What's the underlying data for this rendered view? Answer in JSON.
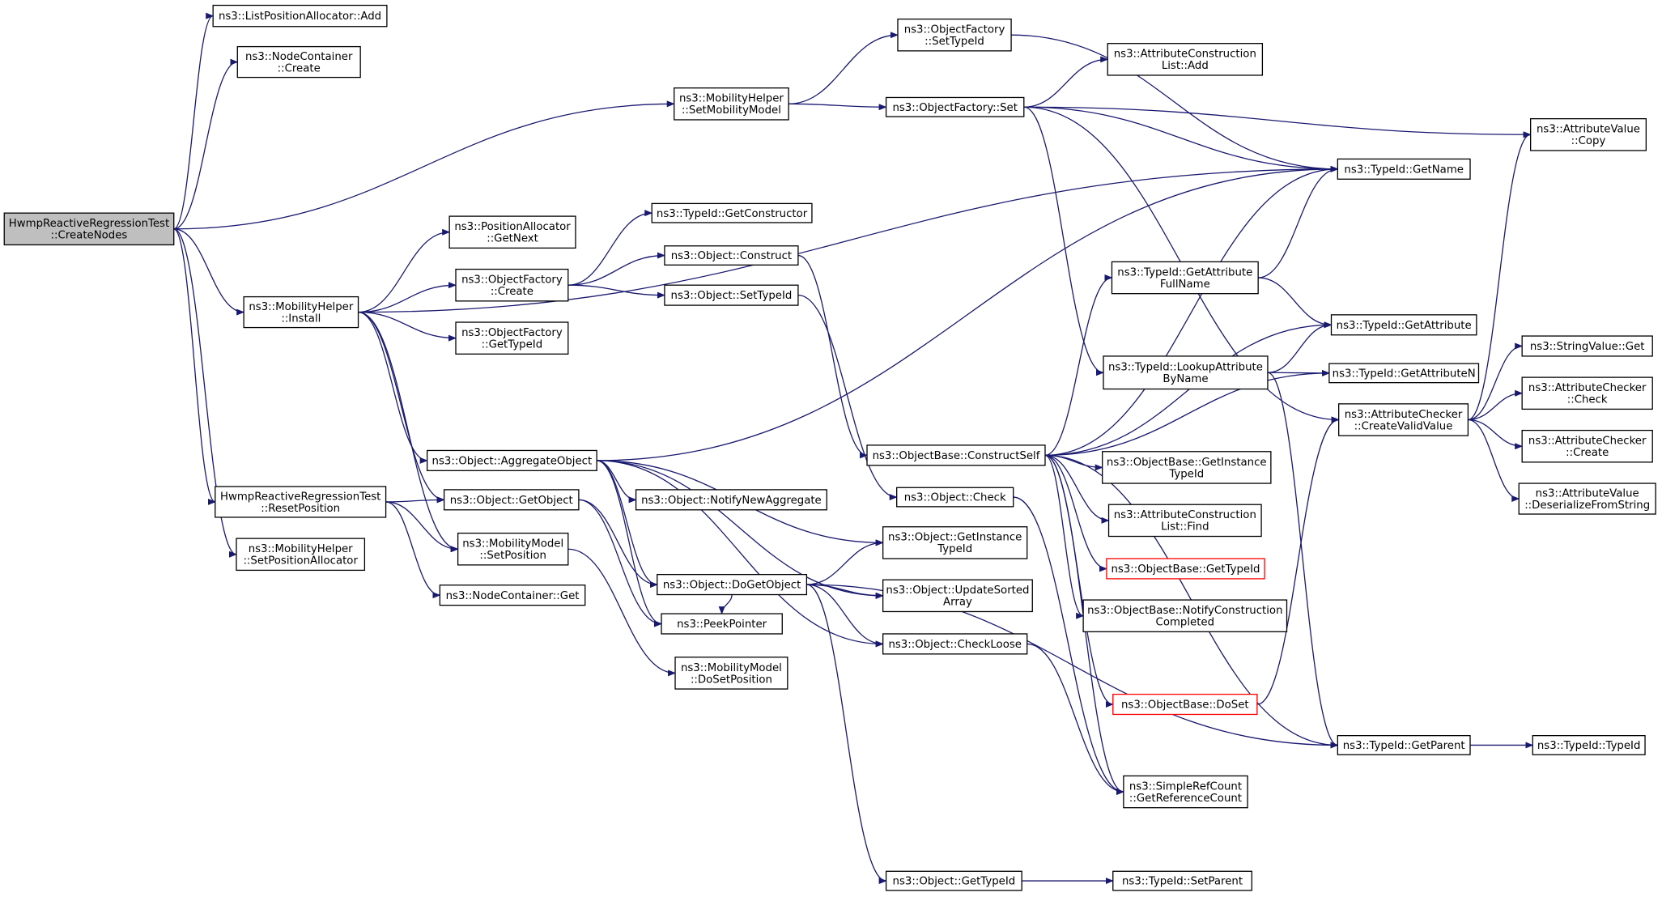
{
  "colors": {
    "edge": "#191970",
    "node_border": "#000000",
    "node_border_truncated": "#ff0000",
    "root_fill": "#bfbfbf",
    "node_fill": "#ffffff"
  },
  "nodes": [
    {
      "id": "root",
      "lines": [
        "HwmpReactiveRegressionTest",
        "::CreateNodes"
      ],
      "style": "root"
    },
    {
      "id": "lpa_add",
      "lines": [
        "ns3::ListPositionAllocator::Add"
      ]
    },
    {
      "id": "nc_create",
      "lines": [
        "ns3::NodeContainer",
        "::Create"
      ]
    },
    {
      "id": "mh_setmob",
      "lines": [
        "ns3::MobilityHelper",
        "::SetMobilityModel"
      ]
    },
    {
      "id": "of_settypeid",
      "lines": [
        "ns3::ObjectFactory",
        "::SetTypeId"
      ]
    },
    {
      "id": "acl_add",
      "lines": [
        "ns3::AttributeConstruction",
        "List::Add"
      ]
    },
    {
      "id": "of_set",
      "lines": [
        "ns3::ObjectFactory::Set"
      ]
    },
    {
      "id": "av_copy",
      "lines": [
        "ns3::AttributeValue",
        "::Copy"
      ]
    },
    {
      "id": "tid_getname",
      "lines": [
        "ns3::TypeId::GetName"
      ]
    },
    {
      "id": "pa_getnext",
      "lines": [
        "ns3::PositionAllocator",
        "::GetNext"
      ]
    },
    {
      "id": "tid_getctor",
      "lines": [
        "ns3::TypeId::GetConstructor"
      ]
    },
    {
      "id": "obj_construct",
      "lines": [
        "ns3::Object::Construct"
      ]
    },
    {
      "id": "of_create",
      "lines": [
        "ns3::ObjectFactory",
        "::Create"
      ]
    },
    {
      "id": "obj_settypeid",
      "lines": [
        "ns3::Object::SetTypeId"
      ]
    },
    {
      "id": "mh_install",
      "lines": [
        "ns3::MobilityHelper",
        "::Install"
      ]
    },
    {
      "id": "of_gettypeid",
      "lines": [
        "ns3::ObjectFactory",
        "::GetTypeId"
      ]
    },
    {
      "id": "tid_getattrfull",
      "lines": [
        "ns3::TypeId::GetAttribute",
        "FullName"
      ]
    },
    {
      "id": "tid_getattr",
      "lines": [
        "ns3::TypeId::GetAttribute"
      ]
    },
    {
      "id": "sv_get",
      "lines": [
        "ns3::StringValue::Get"
      ]
    },
    {
      "id": "tid_lookup",
      "lines": [
        "ns3::TypeId::LookupAttribute",
        "ByName"
      ]
    },
    {
      "id": "tid_getattrn",
      "lines": [
        "ns3::TypeId::GetAttributeN"
      ]
    },
    {
      "id": "ac_check",
      "lines": [
        "ns3::AttributeChecker",
        "::Check"
      ]
    },
    {
      "id": "ac_cvv",
      "lines": [
        "ns3::AttributeChecker",
        "::CreateValidValue"
      ]
    },
    {
      "id": "ac_create",
      "lines": [
        "ns3::AttributeChecker",
        "::Create"
      ]
    },
    {
      "id": "obj_aggregate",
      "lines": [
        "ns3::Object::AggregateObject"
      ]
    },
    {
      "id": "ob_constructself",
      "lines": [
        "ns3::ObjectBase::ConstructSelf"
      ]
    },
    {
      "id": "ob_getinst",
      "lines": [
        "ns3::ObjectBase::GetInstance",
        "TypeId"
      ]
    },
    {
      "id": "av_deser",
      "lines": [
        "ns3::AttributeValue",
        "::DeserializeFromString"
      ]
    },
    {
      "id": "hrrt_reset",
      "lines": [
        "HwmpReactiveRegressionTest",
        "::ResetPosition"
      ]
    },
    {
      "id": "obj_getobject",
      "lines": [
        "ns3::Object::GetObject"
      ]
    },
    {
      "id": "obj_notifyagg",
      "lines": [
        "ns3::Object::NotifyNewAggregate"
      ]
    },
    {
      "id": "obj_check",
      "lines": [
        "ns3::Object::Check"
      ]
    },
    {
      "id": "acl_find",
      "lines": [
        "ns3::AttributeConstruction",
        "List::Find"
      ]
    },
    {
      "id": "mh_setpa",
      "lines": [
        "ns3::MobilityHelper",
        "::SetPositionAllocator"
      ]
    },
    {
      "id": "mm_setpos",
      "lines": [
        "ns3::MobilityModel",
        "::SetPosition"
      ]
    },
    {
      "id": "obj_getinst",
      "lines": [
        "ns3::Object::GetInstance",
        "TypeId"
      ]
    },
    {
      "id": "ob_gettypeid",
      "lines": [
        "ns3::ObjectBase::GetTypeId"
      ],
      "style": "red"
    },
    {
      "id": "nc_get",
      "lines": [
        "ns3::NodeContainer::Get"
      ]
    },
    {
      "id": "obj_dogetobject",
      "lines": [
        "ns3::Object::DoGetObject"
      ]
    },
    {
      "id": "obj_updsorted",
      "lines": [
        "ns3::Object::UpdateSorted",
        "Array"
      ]
    },
    {
      "id": "ob_notifycc",
      "lines": [
        "ns3::ObjectBase::NotifyConstruction",
        "Completed"
      ]
    },
    {
      "id": "peekpointer",
      "lines": [
        "ns3::PeekPointer"
      ]
    },
    {
      "id": "obj_checkloose",
      "lines": [
        "ns3::Object::CheckLoose"
      ]
    },
    {
      "id": "mm_dosetpos",
      "lines": [
        "ns3::MobilityModel",
        "::DoSetPosition"
      ]
    },
    {
      "id": "ob_doset",
      "lines": [
        "ns3::ObjectBase::DoSet"
      ],
      "style": "red"
    },
    {
      "id": "tid_getparent",
      "lines": [
        "ns3::TypeId::GetParent"
      ]
    },
    {
      "id": "tid_typeid",
      "lines": [
        "ns3::TypeId::TypeId"
      ]
    },
    {
      "id": "src_getrefcount",
      "lines": [
        "ns3::SimpleRefCount",
        "::GetReferenceCount"
      ]
    },
    {
      "id": "obj_gettypeid",
      "lines": [
        "ns3::Object::GetTypeId"
      ]
    },
    {
      "id": "tid_setparent",
      "lines": [
        "ns3::TypeId::SetParent"
      ]
    }
  ],
  "edges": [
    [
      "root",
      "lpa_add"
    ],
    [
      "root",
      "nc_create"
    ],
    [
      "root",
      "mh_setmob"
    ],
    [
      "root",
      "mh_install"
    ],
    [
      "root",
      "hrrt_reset"
    ],
    [
      "root",
      "mh_setpa"
    ],
    [
      "mh_setmob",
      "of_settypeid"
    ],
    [
      "mh_setmob",
      "of_set"
    ],
    [
      "of_settypeid",
      "tid_getname"
    ],
    [
      "of_set",
      "acl_add"
    ],
    [
      "of_set",
      "av_copy"
    ],
    [
      "of_set",
      "tid_getname"
    ],
    [
      "of_set",
      "tid_lookup"
    ],
    [
      "of_set",
      "ac_cvv"
    ],
    [
      "mh_install",
      "tid_getname"
    ],
    [
      "mh_install",
      "pa_getnext"
    ],
    [
      "mh_install",
      "of_create"
    ],
    [
      "mh_install",
      "of_gettypeid"
    ],
    [
      "mh_install",
      "obj_aggregate"
    ],
    [
      "mh_install",
      "obj_getobject"
    ],
    [
      "mh_install",
      "mm_setpos"
    ],
    [
      "of_create",
      "tid_getctor"
    ],
    [
      "of_create",
      "obj_construct"
    ],
    [
      "of_create",
      "obj_settypeid"
    ],
    [
      "obj_construct",
      "ob_constructself"
    ],
    [
      "obj_settypeid",
      "obj_check"
    ],
    [
      "ob_constructself",
      "tid_getattrfull"
    ],
    [
      "ob_constructself",
      "tid_getattr"
    ],
    [
      "ob_constructself",
      "tid_getname"
    ],
    [
      "ob_constructself",
      "ob_getinst"
    ],
    [
      "ob_constructself",
      "acl_find"
    ],
    [
      "ob_constructself",
      "ob_gettypeid"
    ],
    [
      "ob_constructself",
      "ob_notifycc"
    ],
    [
      "ob_constructself",
      "ob_doset"
    ],
    [
      "ob_constructself",
      "tid_getattrn"
    ],
    [
      "ob_constructself",
      "tid_getparent"
    ],
    [
      "ob_constructself",
      "src_getrefcount"
    ],
    [
      "tid_getattrfull",
      "tid_getname"
    ],
    [
      "tid_getattrfull",
      "tid_getattr"
    ],
    [
      "tid_lookup",
      "tid_getattr"
    ],
    [
      "tid_lookup",
      "tid_getattrn"
    ],
    [
      "tid_lookup",
      "tid_getparent"
    ],
    [
      "ac_cvv",
      "av_copy"
    ],
    [
      "ac_cvv",
      "sv_get"
    ],
    [
      "ac_cvv",
      "ac_check"
    ],
    [
      "ac_cvv",
      "ac_create"
    ],
    [
      "ac_cvv",
      "av_deser"
    ],
    [
      "ob_doset",
      "ac_cvv"
    ],
    [
      "obj_aggregate",
      "tid_getname"
    ],
    [
      "obj_aggregate",
      "obj_notifyagg"
    ],
    [
      "obj_aggregate",
      "obj_dogetobject"
    ],
    [
      "obj_aggregate",
      "obj_getinst"
    ],
    [
      "obj_aggregate",
      "obj_updsorted"
    ],
    [
      "obj_aggregate",
      "peekpointer"
    ],
    [
      "obj_aggregate",
      "obj_checkloose"
    ],
    [
      "hrrt_reset",
      "obj_getobject"
    ],
    [
      "hrrt_reset",
      "mm_setpos"
    ],
    [
      "hrrt_reset",
      "nc_get"
    ],
    [
      "obj_getobject",
      "obj_dogetobject"
    ],
    [
      "obj_getobject",
      "peekpointer"
    ],
    [
      "obj_dogetobject",
      "obj_getinst"
    ],
    [
      "obj_dogetobject",
      "obj_updsorted"
    ],
    [
      "obj_dogetobject",
      "obj_checkloose"
    ],
    [
      "obj_dogetobject",
      "peekpointer"
    ],
    [
      "obj_dogetobject",
      "tid_getparent"
    ],
    [
      "obj_dogetobject",
      "obj_gettypeid"
    ],
    [
      "obj_check",
      "src_getrefcount"
    ],
    [
      "obj_checkloose",
      "src_getrefcount"
    ],
    [
      "mm_setpos",
      "mm_dosetpos"
    ],
    [
      "tid_getparent",
      "tid_typeid"
    ],
    [
      "obj_gettypeid",
      "tid_setparent"
    ]
  ]
}
